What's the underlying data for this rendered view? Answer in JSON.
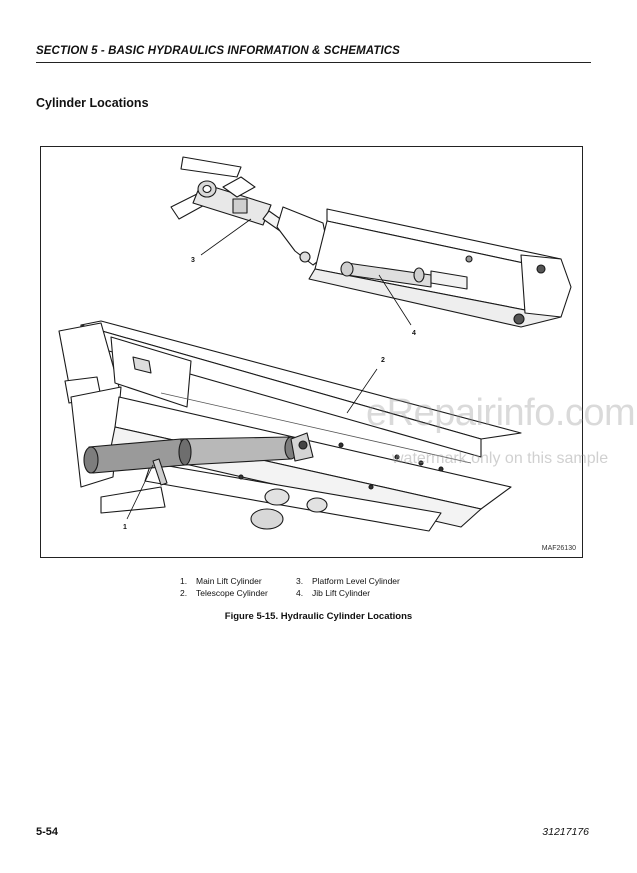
{
  "header": {
    "section_title": "SECTION 5 - BASIC HYDRAULICS INFORMATION & SCHEMATICS"
  },
  "subsection": {
    "title": "Cylinder Locations"
  },
  "figure": {
    "code": "MAF26130",
    "callouts": [
      "1",
      "2",
      "3",
      "4"
    ],
    "caption": "Figure 5-15.  Hydraulic Cylinder Locations",
    "legend": [
      {
        "num": "1.",
        "label": "Main Lift Cylinder"
      },
      {
        "num": "2.",
        "label": "Telescope Cylinder"
      },
      {
        "num": "3.",
        "label": "Platform Level Cylinder"
      },
      {
        "num": "4.",
        "label": "Jib Lift Cylinder"
      }
    ]
  },
  "watermark": {
    "text": "eRepairinfo.com",
    "subtext": "watermark only on this sample"
  },
  "footer": {
    "page_number": "5-54",
    "doc_number": "31217176"
  }
}
